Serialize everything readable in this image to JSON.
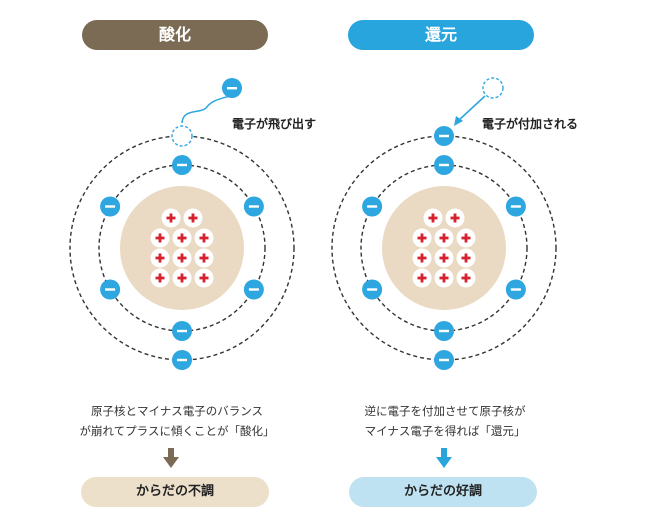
{
  "oxidation": {
    "title": "酸化",
    "callout": "電子が飛び出す",
    "description_line1": "原子核とマイナス電子のバランス",
    "description_line2": "が崩れてプラスに傾くことが「酸化」",
    "result": "からだの不調"
  },
  "reduction": {
    "title": "還元",
    "callout": "電子が付加される",
    "description_line1": "逆に電子を付加させて原子核が",
    "description_line2": "マイナス電子を得れば「還元」",
    "result": "からだの好調"
  },
  "colors": {
    "oxidation_accent": "#7b6b55",
    "reduction_accent": "#29a5de",
    "electron": "#2ea6e0",
    "nucleus": "#ead9c3",
    "proton_plus": "#d6222e"
  },
  "symbols": {
    "electron_sign": "−",
    "proton_sign": "+"
  }
}
